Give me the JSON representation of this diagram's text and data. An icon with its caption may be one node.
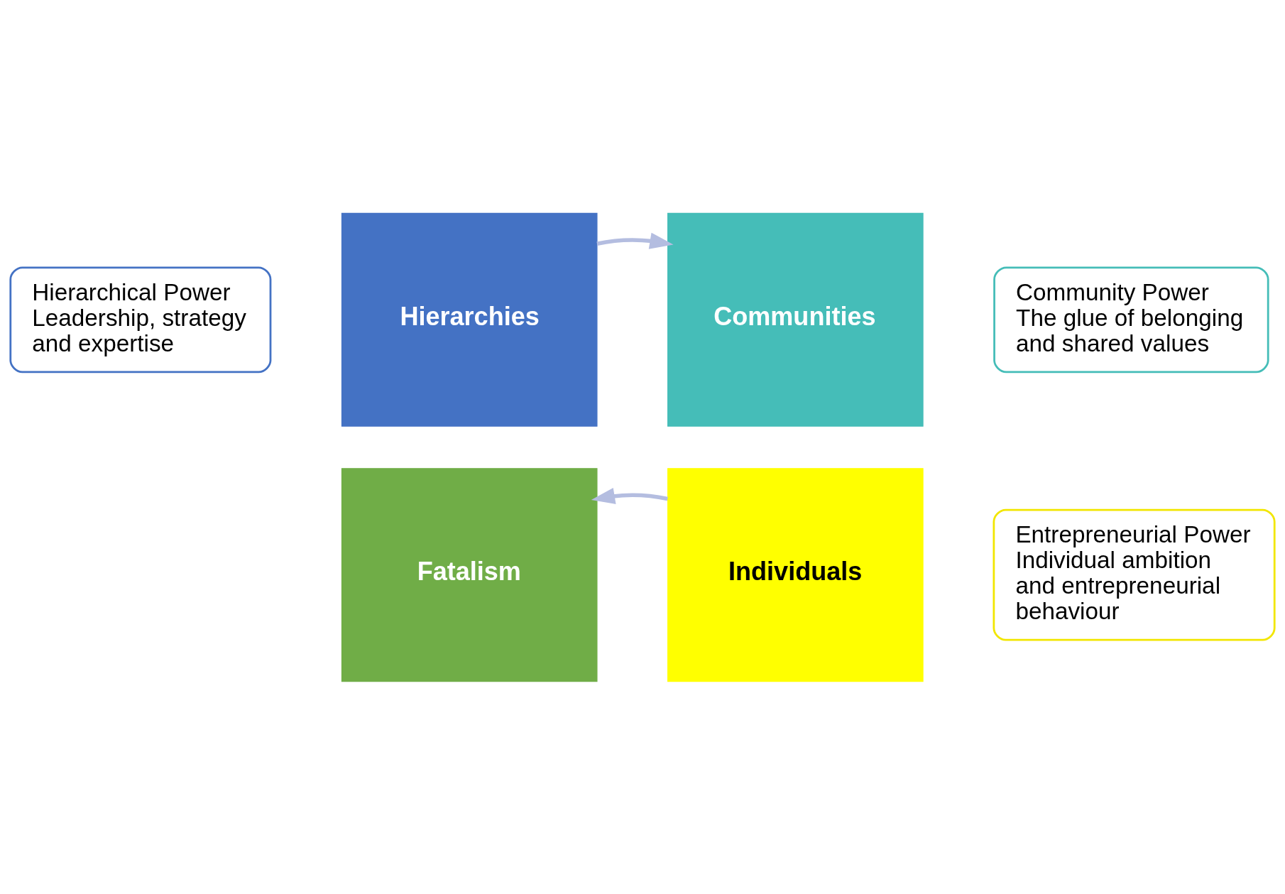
{
  "diagram": {
    "nodes": [
      {
        "text": [
          "Hierarchical Power",
          "Leadership, strategy and expertise"
        ]
      },
      {
        "text": [
          "Community Power",
          "The glue of belonging and shared values"
        ]
      },
      {
        "text": [
          "Hierarchies"
        ]
      },
      {
        "text": [
          "Communities"
        ]
      },
      {
        "text": [
          "Fatalism"
        ]
      },
      {
        "text": [
          "Individuals"
        ]
      },
      {
        "text": [
          "Entrepreneurial Power",
          "Individual ambition and entrepreneurial behaviour"
        ]
      }
    ],
    "edges": [
      {
        "from": 2,
        "to": 3,
        "arrow": "to"
      },
      {
        "from": 5,
        "to": 4,
        "arrow": "to"
      }
    ]
  }
}
